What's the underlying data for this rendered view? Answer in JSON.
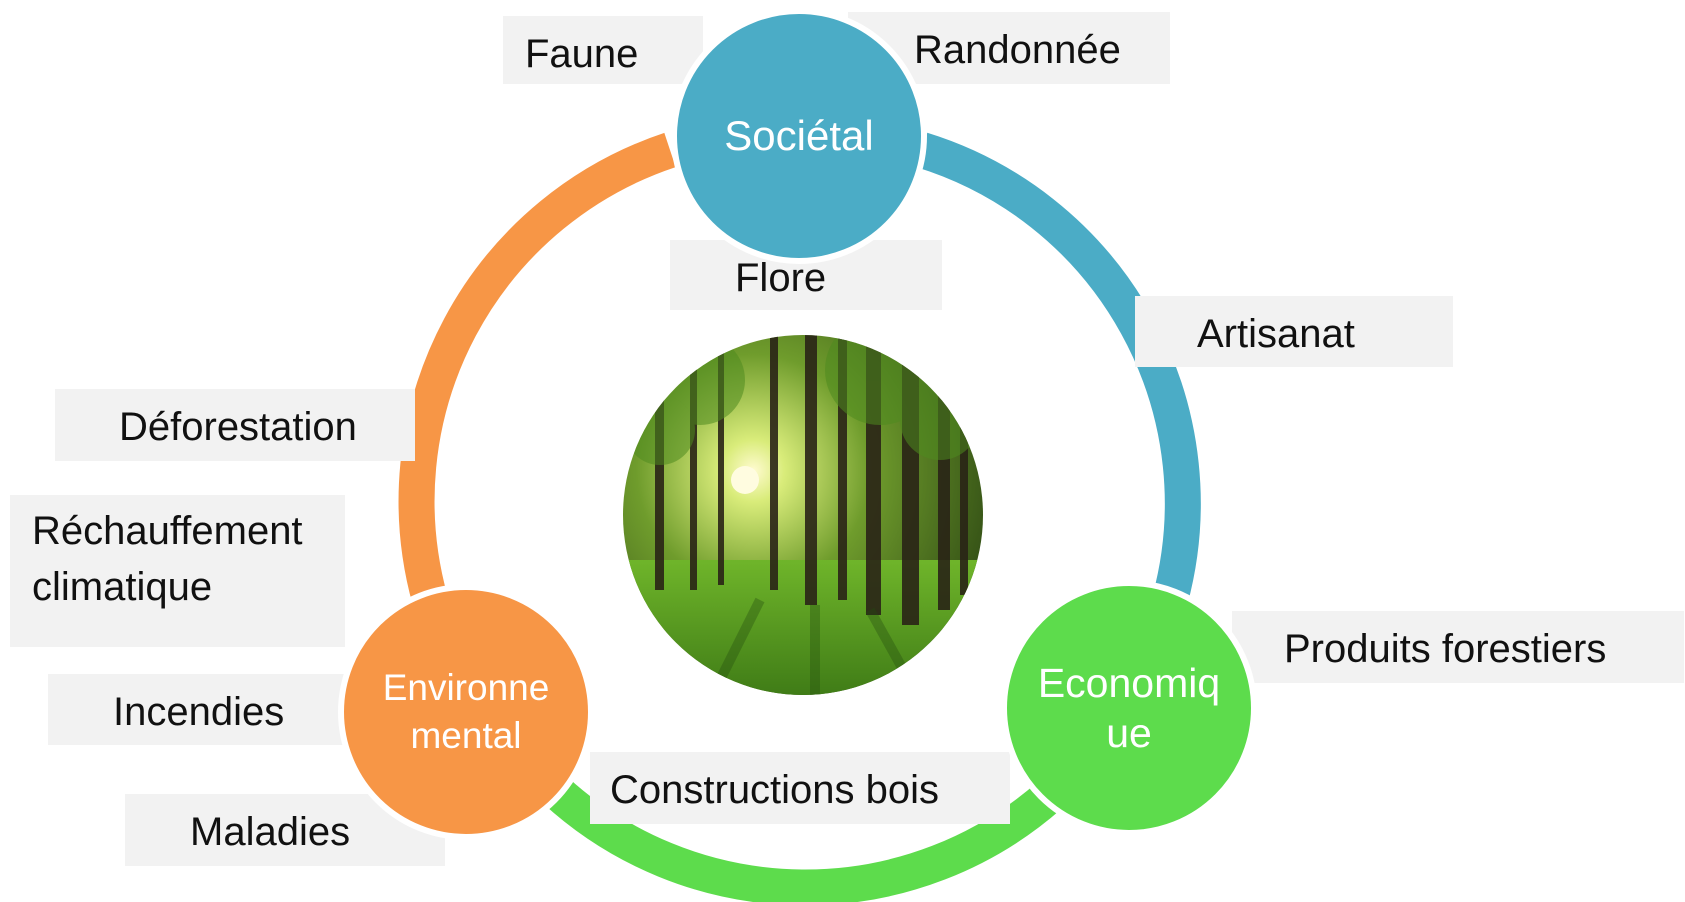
{
  "colors": {
    "societal": "#4bacc6",
    "economique": "#5ddc4c",
    "environnemental": "#f79646",
    "label_bg": "#f2f2f2"
  },
  "nodes": {
    "societal": "Sociétal",
    "economique": "Economique",
    "environnemental": "Environnemental"
  },
  "center_image": "forest-photo",
  "labels": {
    "faune": "Faune",
    "randonnee": "Randonnée",
    "flore": "Flore",
    "artisanat": "Artisanat",
    "deforestation": "Déforestation",
    "rechauffement": "Réchauffement climatique",
    "incendies": "Incendies",
    "maladies": "Maladies",
    "produits_forestiers": "Produits forestiers",
    "constructions_bois": "Constructions bois"
  }
}
